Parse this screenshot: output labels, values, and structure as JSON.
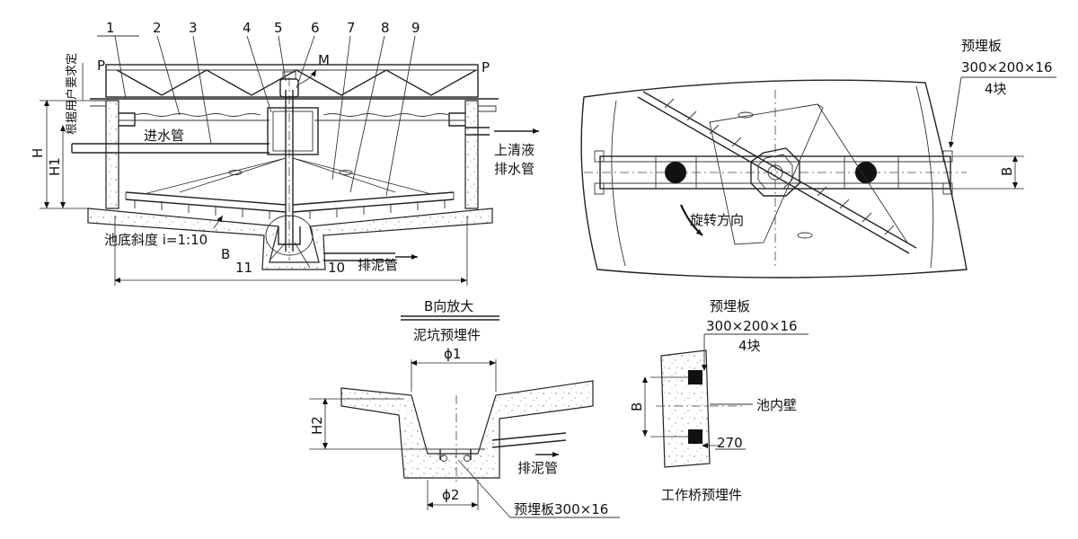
{
  "section": {
    "part_numbers": [
      "1",
      "2",
      "3",
      "4",
      "5",
      "6",
      "7",
      "8",
      "9",
      "10",
      "11"
    ],
    "p_left": "P",
    "p_right": "P",
    "motor": "M",
    "user_note": "根据用户要求定",
    "inlet_pipe": "进水管",
    "outlet_pipe_line1": "上清液",
    "outlet_pipe_line2": "排水管",
    "dim_h": "H",
    "dim_h1": "H1",
    "slope": "池底斜度 i=1:10",
    "view_b": "B",
    "sludge_pipe": "排泥管"
  },
  "plan": {
    "plate_line1": "预埋板",
    "plate_line2": "300×200×16",
    "plate_line3": "4块",
    "rotation": "旋转方向",
    "dim_b": "B"
  },
  "detail_b": {
    "title_line1": "B向放大",
    "title_line2": "泥坑预埋件",
    "phi1": "ϕ1",
    "phi2": "ϕ2",
    "dim_h2": "H2",
    "sludge_pipe": "排泥管",
    "plate": "预埋板300×16"
  },
  "bridge_detail": {
    "plate_line1": "预埋板",
    "plate_line2": "300×200×16",
    "plate_line3": "4块",
    "inner_wall": "池内壁",
    "dim_b": "B",
    "dim_270": "270",
    "caption": "工作桥预埋件"
  }
}
